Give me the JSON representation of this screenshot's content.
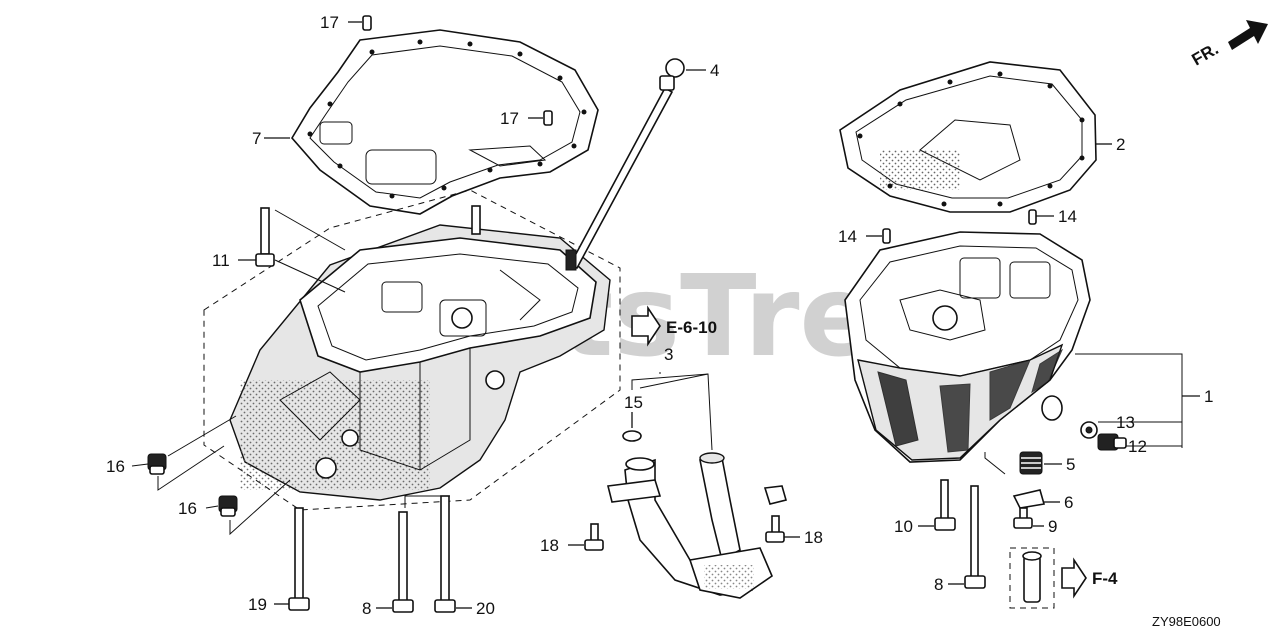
{
  "diagram": {
    "watermark": "PartsTree",
    "direction_marker": "FR.",
    "diagram_code": "ZY98E0600",
    "references": [
      {
        "id": "ref-e-6-10",
        "text": "E-6-10"
      },
      {
        "id": "ref-f-4",
        "text": "F-4"
      }
    ],
    "callouts": {
      "c17a": "17",
      "c17b": "17",
      "c4": "4",
      "c7": "7",
      "c2": "2",
      "c14a": "14",
      "c14b": "14",
      "c11": "11",
      "c3": "3",
      "c1": "1",
      "c15": "15",
      "c13": "13",
      "c12": "12",
      "c5": "5",
      "c16a": "16",
      "c16b": "16",
      "c6": "6",
      "c9": "9",
      "c10": "10",
      "c18a": "18",
      "c18b": "18",
      "c8a": "8",
      "c8b": "8",
      "c19": "19",
      "c20": "20"
    }
  }
}
